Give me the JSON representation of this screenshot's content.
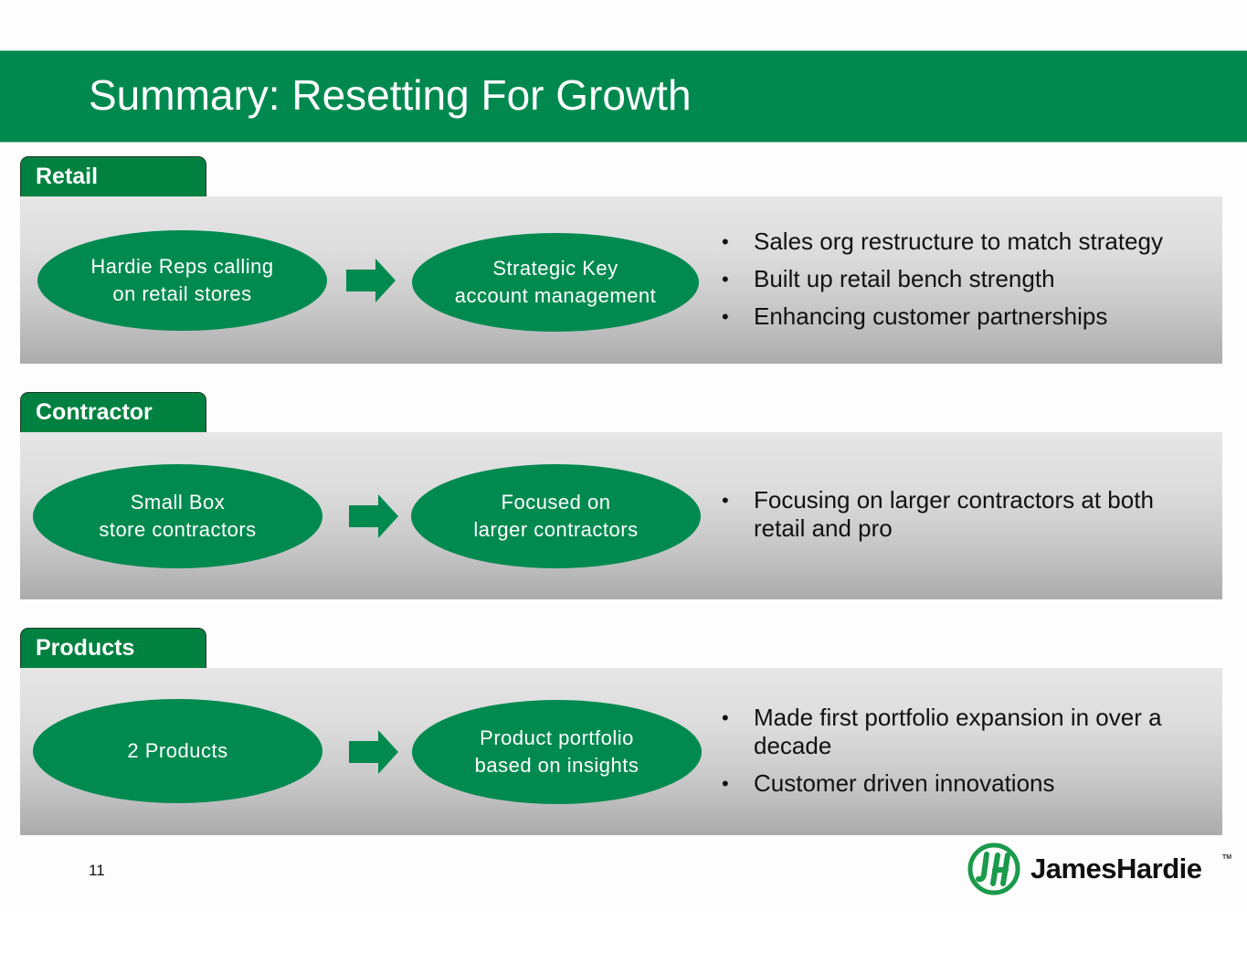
{
  "slide": {
    "title": "Summary: Resetting For Growth",
    "page_number": "11",
    "colors": {
      "brand_green": "#00894f",
      "tab_green": "#00813f",
      "text_dark": "#111111"
    }
  },
  "sections": [
    {
      "label": "Retail",
      "from": "Hardie Reps calling\non retail stores",
      "to": "Strategic Key\naccount management",
      "arrow_icon": "right-arrow-icon",
      "bullets": [
        "Sales org restructure to match strategy",
        "Built up retail bench strength",
        "Enhancing customer partnerships"
      ]
    },
    {
      "label": "Contractor",
      "from": "Small Box\nstore contractors",
      "to": "Focused on\nlarger contractors",
      "arrow_icon": "right-arrow-icon",
      "bullets": [
        "Focusing on larger contractors at both retail and pro"
      ]
    },
    {
      "label": "Products",
      "from": "2 Products",
      "to": "Product portfolio\nbased on insights",
      "arrow_icon": "right-arrow-icon",
      "bullets": [
        "Made first portfolio expansion in over a decade",
        "Customer driven innovations"
      ]
    }
  ],
  "bullet_glyph": "•",
  "logo": {
    "brand_name": "JamesHardie",
    "trademark": "TM",
    "mark_icon": "jh-monogram-icon"
  }
}
